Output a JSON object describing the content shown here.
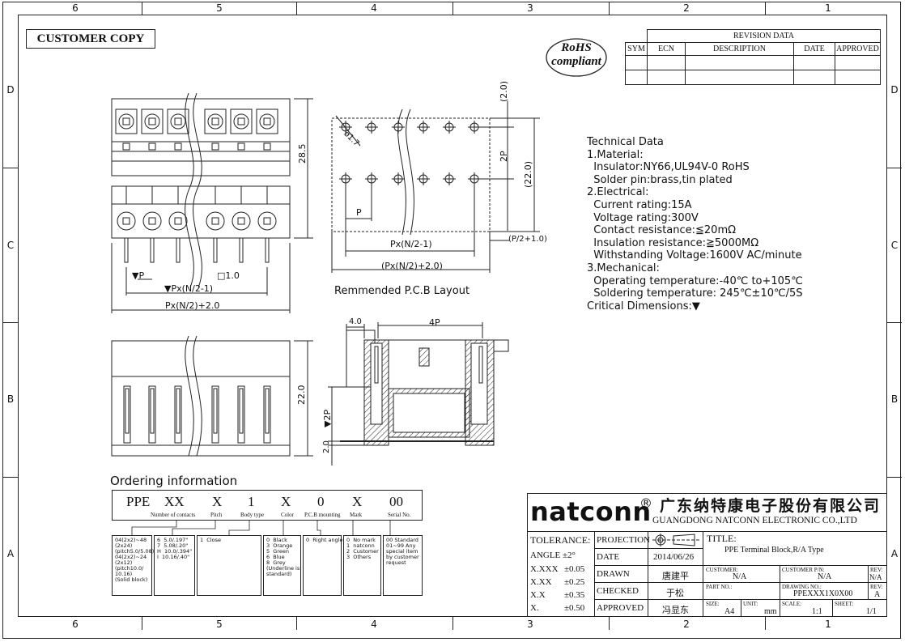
{
  "zones": {
    "top": [
      "6",
      "5",
      "4",
      "3",
      "2",
      "1"
    ],
    "rows": [
      "D",
      "C",
      "B",
      "A"
    ]
  },
  "customer_copy": "CUSTOMER COPY",
  "rohs": {
    "line1": "RoHS",
    "line2": "compliant"
  },
  "revision": {
    "title": "REVISION DATA",
    "headers": [
      "SYM",
      "ECN",
      "DESCRIPTION",
      "DATE",
      "APPROVED"
    ]
  },
  "drawing_labels": {
    "dim_28_5": "28.5",
    "p_mark": "▼P",
    "px_n2_1": "▼Px(N/2-1)",
    "sq_1_0": "□1.0",
    "px_n2_2": "Px(N/2)+2.0",
    "dim_22_0_side": "22.0",
    "pcb_dia": "ø1.7",
    "pcb_2_0": "(2.0)",
    "pcb_2p": "2P",
    "pcb_22_0": "(22.0)",
    "pcb_p": "P",
    "pcb_px_n2_1": "Px(N/2-1)",
    "pcb_p2": "(P/2+1.0)",
    "pcb_px_n2_2": "(Px(N/2)+2.0)",
    "pcb_caption": "Remmended P.C.B Layout",
    "sec_4_0": "4.0",
    "sec_4p": "4P",
    "sec_2p": "▼2P",
    "sec_2_0": "2.0"
  },
  "tech_data": "Technical Data\n1.Material:\n  Insulator:NY66,UL94V-0 RoHS\n  Solder pin:brass,tin plated\n2.Electrical:\n  Current rating:15A\n  Voltage rating:300V\n  Contact resistance:≦20mΩ\n  Insulation resistance:≧5000MΩ\n  Withstanding Voltage:1600V AC/minute\n3.Mechanical:\n  Operating temperature:-40℃ to+105℃\n  Soldering temperature: 245℃±10℃/5S\nCritical Dimensions:▼",
  "ordering": {
    "title": "Ordering information",
    "codes": [
      "PPE",
      "XX",
      "X",
      "1",
      "X",
      "0",
      "X",
      "00"
    ],
    "labels": [
      "Number of contacts",
      "Pitch",
      "Body type",
      "Color",
      "P.C.B mounting",
      "Mark",
      "Serial No."
    ],
    "boxes": [
      "04(2x2)~48\n(2x24)\n(pitch5.0/5.08)\n04(2x2)~24\n(2x12)\n(pitch10.0/\n10.16)\n(Solid block)",
      "6  5.0/.197\"\n7  5.08/.20\"\nH  10.0/.394\"\nI  10.16/.40\"",
      "1  Close",
      "0  Black\n3  Orange\n5  Green\n6  Blue\n8  Grey\n(Underline is\nstandard)",
      "0  Right angle",
      "0  No mark\n1  natconn\n2  Customer\n3  Others",
      "00 Standard\n01~99 Any\nspecial item\nby customer\nrequest"
    ]
  },
  "title_block": {
    "logo": "natconn",
    "reg": "®",
    "company_cn": "广东纳特康电子股份有限公司",
    "company_en": "GUANGDONG NATCONN ELECTRONIC CO.,LTD",
    "tolerance": "TOLERANCE:",
    "angle": "ANGLE ±2°",
    "tol_rows": [
      [
        "X.XXX",
        "±0.05"
      ],
      [
        "X.XX",
        "±0.25"
      ],
      [
        "X.X",
        "±0.35"
      ],
      [
        "X.",
        "±0.50"
      ]
    ],
    "projection": "PROJECTION",
    "date_label": "DATE",
    "date_value": "2014/06/26",
    "drawn_label": "DRAWN",
    "drawn_value": "唐建平",
    "checked_label": "CHECKED",
    "checked_value": "于松",
    "approved_label": "APPROVED",
    "approved_value": "冯显东",
    "title_label": "TITLE:",
    "title_value": "PPE  Terminal Block,R/A Type",
    "customer_label": "CUSTOMER:",
    "customer_value": "N/A",
    "customer_pn_label": "CUSTOMER P/N:",
    "customer_pn_value": "N/A",
    "rev_label": "REV:",
    "rev_value1": "N/A",
    "part_no_label": "PART NO.:",
    "drawing_no_label": "DRAWING NO.:",
    "drawing_no_value": "PPEXXX1X0X00",
    "rev_value2": "A",
    "size_label": "SIZE:",
    "size_value": "A4",
    "unit_label": "UNIT:",
    "unit_value": "mm",
    "scale_label": "SCALE:",
    "scale_value": "1:1",
    "sheet_label": "SHEET:",
    "sheet_value": "1/1"
  }
}
